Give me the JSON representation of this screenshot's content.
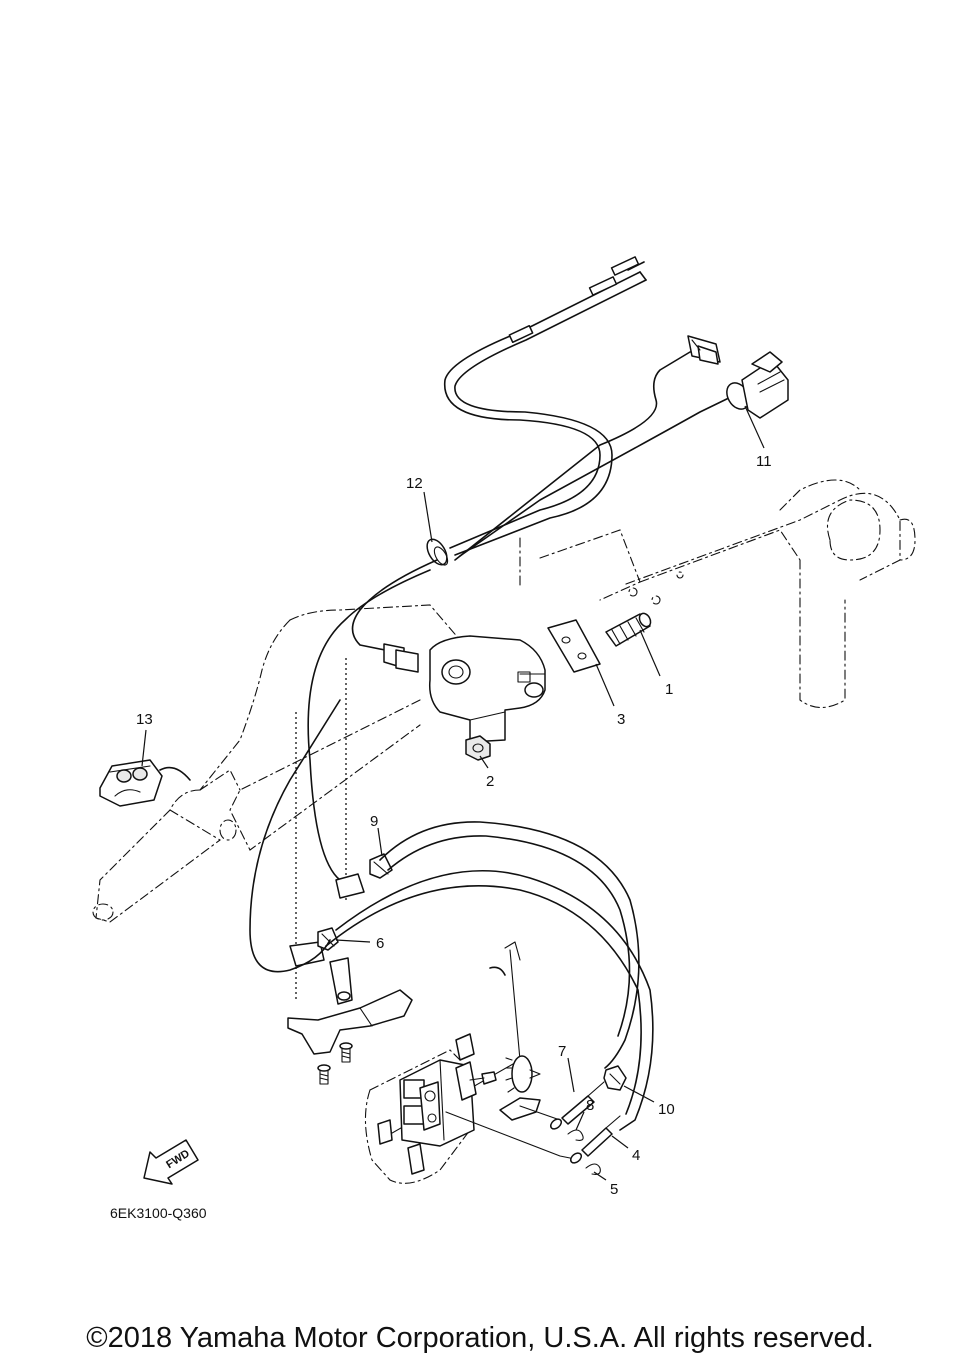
{
  "diagram": {
    "part_code": "6EK3100-Q360",
    "copyright": "©2018 Yamaha Motor Corporation, U.S.A. All rights reserved.",
    "forward_arrow_label": "FWD",
    "callouts": [
      {
        "number": "1"
      },
      {
        "number": "2"
      },
      {
        "number": "3"
      },
      {
        "number": "4"
      },
      {
        "number": "5"
      },
      {
        "number": "6"
      },
      {
        "number": "7"
      },
      {
        "number": "8"
      },
      {
        "number": "9"
      },
      {
        "number": "10"
      },
      {
        "number": "11"
      },
      {
        "number": "12"
      },
      {
        "number": "13"
      }
    ]
  }
}
